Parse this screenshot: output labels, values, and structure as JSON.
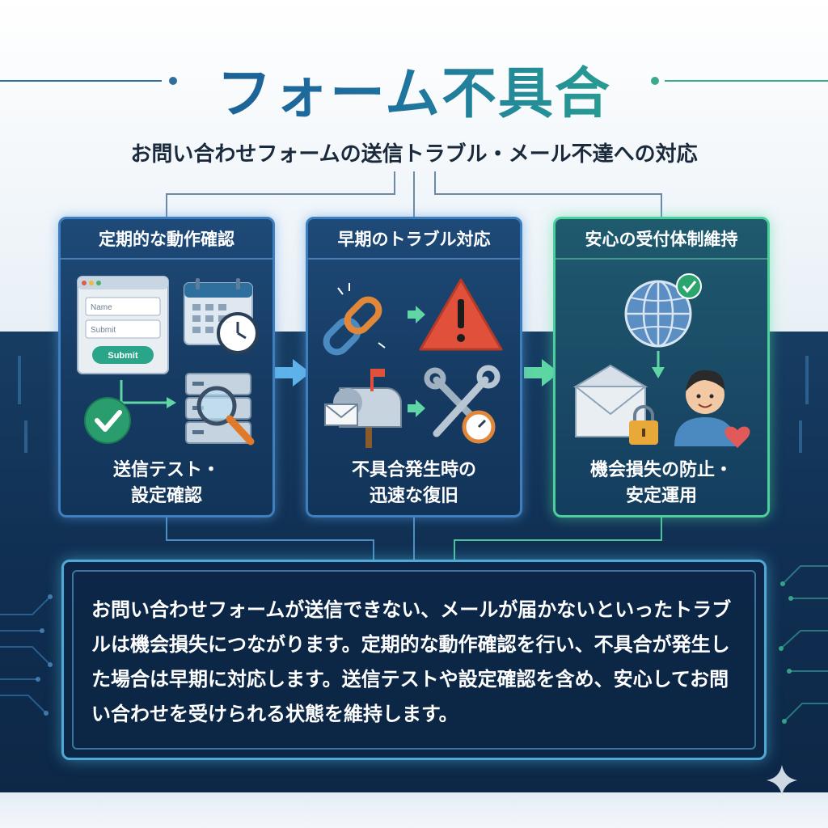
{
  "title": "フォーム不具合",
  "subtitle": "お問い合わせフォームの送信トラブル・メール不達への対応",
  "cards": [
    {
      "heading": "定期的な動作確認",
      "caption_line1": "送信テスト・",
      "caption_line2": "設定確認",
      "form_field_1": "Name",
      "form_field_2": "Submit",
      "form_button": "Submit",
      "icons": [
        "browser-form-icon",
        "calendar-clock-icon",
        "checkmark-icon",
        "server-search-icon"
      ]
    },
    {
      "heading": "早期のトラブル対応",
      "caption_line1": "不具合発生時の",
      "caption_line2": "迅速な復旧",
      "icons": [
        "broken-link-icon",
        "warning-icon",
        "mailbox-icon",
        "tools-icon"
      ]
    },
    {
      "heading": "安心の受付体制維持",
      "caption_line1": "機会損失の防止・",
      "caption_line2": "安定運用",
      "icons": [
        "globe-check-icon",
        "envelope-lock-icon",
        "user-heart-icon"
      ]
    }
  ],
  "description": "お問い合わせフォームが送信できない、メールが届かないといったトラブルは機会損失につながります。定期的な動作確認を行い、不具合が発生した場合は早期に対応します。送信テストや設定確認を含め、安心してお問い合わせを受けられる状態を維持します。",
  "colors": {
    "title_start": "#1b4f86",
    "title_end": "#3fbf88",
    "card_border_blue": "#3d7fbf",
    "card_border_green": "#4bd09a",
    "warning_red": "#e0503a",
    "accent_green": "#3fbf88"
  }
}
